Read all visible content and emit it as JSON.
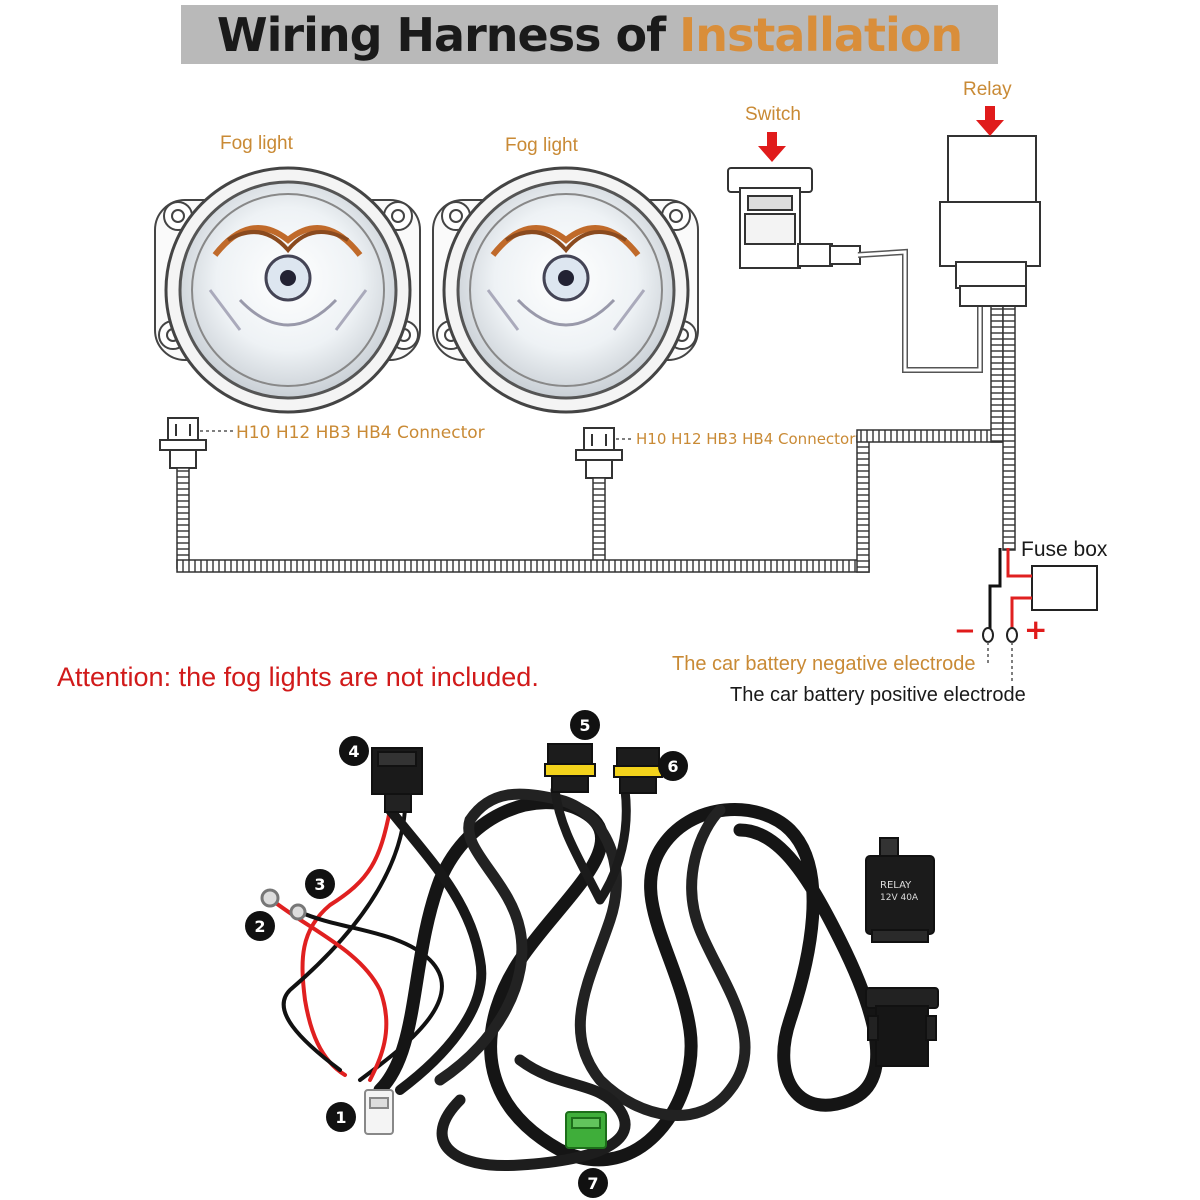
{
  "title": {
    "main": "Wiring Harness of",
    "accent": "Installation"
  },
  "labels": {
    "fog_light_left": "Fog light",
    "fog_light_right": "Fog light",
    "switch": "Switch",
    "relay": "Relay",
    "connector_left": "H10 H12 HB3 HB4 Connector",
    "connector_right": "H10 H12 HB3 HB4 Connector",
    "fuse_box": "Fuse box",
    "minus": "−",
    "plus": "+",
    "battery_negative": "The car battery negative electrode",
    "battery_positive": "The car battery positive electrode"
  },
  "attention": "Attention: the fog lights are not included.",
  "relay_print": {
    "brand": "RELAY",
    "rating": "12V 40A"
  },
  "callouts": [
    "1",
    "2",
    "3",
    "4",
    "5",
    "6",
    "7"
  ],
  "colors": {
    "title_bg": "#b9b9b9",
    "accent": "#d98e3a",
    "label": "#c98a35",
    "arrow": "#e01b1b",
    "attention": "#d11a1a",
    "wire_red": "#e02020",
    "connector_yellow": "#f2d21b",
    "connector_green": "#3fae3a"
  }
}
